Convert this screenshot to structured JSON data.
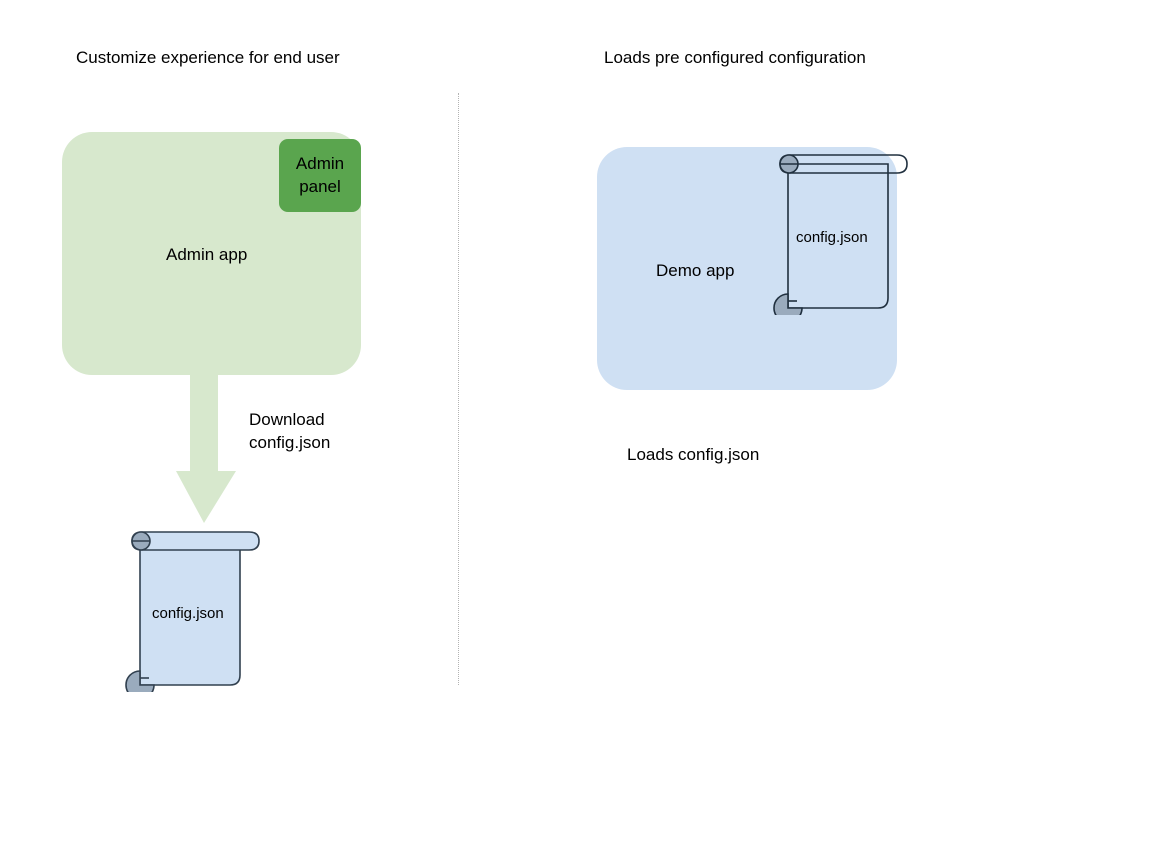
{
  "diagram": {
    "title_left": "Customize experience for end user",
    "title_right": "Loads pre configured configuration",
    "divider": {
      "style": "dotted",
      "color": "#b3b3b3"
    },
    "left_flow": {
      "app_box": {
        "label": "Admin app",
        "fill": "#d7e8cd",
        "shape": "rounded-rectangle"
      },
      "badge": {
        "label": "Admin panel",
        "line1": "Admin",
        "line2": "panel",
        "fill": "#5aa54e",
        "shape": "rounded-rectangle"
      },
      "arrow": {
        "label_line1": "Download",
        "label_line2": "config.json",
        "label": "Download config.json",
        "direction": "down",
        "fill": "#d7e8cd"
      },
      "document": {
        "label": "config.json",
        "fill": "#cfe0f3",
        "stroke": "#3b4a5a",
        "curl_fill": "#9aabbd",
        "shape": "scroll"
      }
    },
    "right_flow": {
      "app_box": {
        "label": "Demo app",
        "fill": "#cfe0f3",
        "shape": "rounded-rectangle"
      },
      "document": {
        "label": "config.json",
        "fill": "transparent",
        "stroke": "#20303f",
        "curl_fill": "#9aabbd",
        "shape": "scroll"
      },
      "caption": "Loads config.json"
    }
  }
}
